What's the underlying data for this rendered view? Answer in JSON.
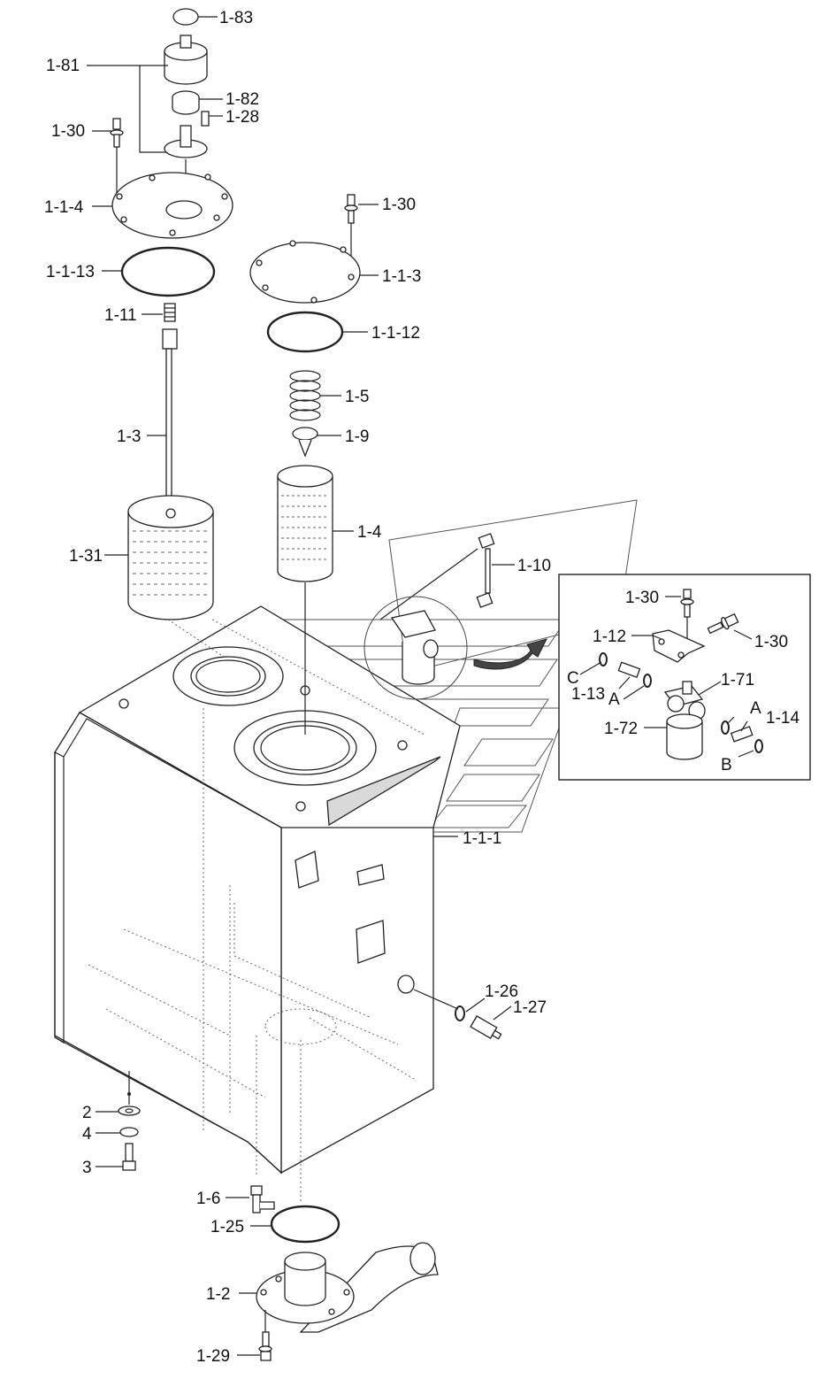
{
  "labels": {
    "l_1_83": "1-83",
    "l_1_81": "1-81",
    "l_1_82": "1-82",
    "l_1_28": "1-28",
    "l_1_30_a": "1-30",
    "l_1_1_4": "1-1-4",
    "l_1_30_b": "1-30",
    "l_1_1_13": "1-1-13",
    "l_1_1_3": "1-1-3",
    "l_1_11": "1-11",
    "l_1_1_12": "1-1-12",
    "l_1_5": "1-5",
    "l_1_3": "1-3",
    "l_1_9": "1-9",
    "l_1_4": "1-4",
    "l_1_31": "1-31",
    "l_1_10": "1-10",
    "l_1_30_c": "1-30",
    "l_1_12": "1-12",
    "l_1_30_d": "1-30",
    "l_C": "C",
    "l_1_13": "1-13",
    "l_1_71": "1-71",
    "l_A_1": "A",
    "l_A_2": "A",
    "l_1_14": "1-14",
    "l_1_72": "1-72",
    "l_B": "B",
    "l_1_1_1": "1-1-1",
    "l_1_26": "1-26",
    "l_1_27": "1-27",
    "l_2": "2",
    "l_4": "4",
    "l_3": "3",
    "l_1_6": "1-6",
    "l_1_25": "1-25",
    "l_1_2": "1-2",
    "l_1_29": "1-29"
  }
}
